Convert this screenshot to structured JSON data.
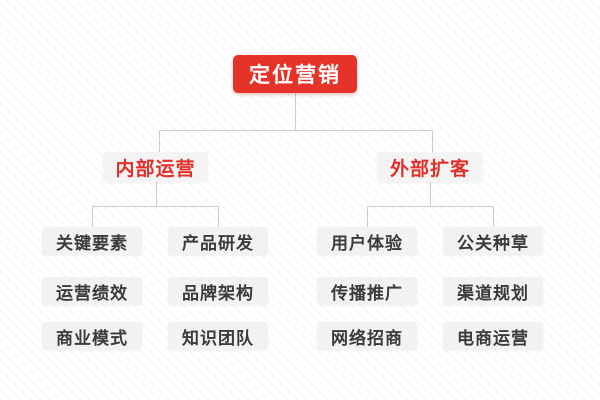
{
  "diagram": {
    "title": "定位营销 mind map",
    "root": {
      "label": "定位营销"
    },
    "branches": [
      {
        "label": "内部运营",
        "children": [
          "关键要素",
          "产品研发",
          "运营绩效",
          "品牌架构",
          "商业模式",
          "知识团队"
        ]
      },
      {
        "label": "外部扩客",
        "children": [
          "用户体验",
          "公关种草",
          "传播推广",
          "渠道规划",
          "网络招商",
          "电商运营"
        ]
      }
    ],
    "colors": {
      "root_bg": "#e5332a",
      "root_text": "#ffffff",
      "branch_text": "#e0302a",
      "node_bg": "#f2f2f2",
      "node_text": "#3b3b3b",
      "connector": "#cccccc",
      "background_stripe": "#f4f4f4"
    }
  }
}
